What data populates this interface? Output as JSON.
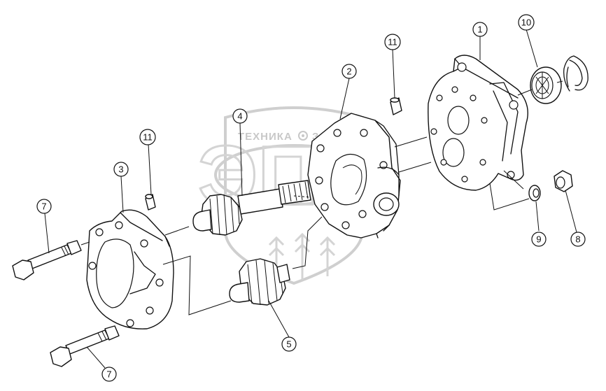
{
  "watermark": {
    "text_left": "ТЕХНИКА",
    "text_right": "ЗАПЧАСТИ",
    "logo_letters": "ЭПФ",
    "gear_icon": "gear-icon"
  },
  "callouts": [
    {
      "id": "callout-1",
      "label": "1"
    },
    {
      "id": "callout-2",
      "label": "2"
    },
    {
      "id": "callout-3",
      "label": "3"
    },
    {
      "id": "callout-4",
      "label": "4"
    },
    {
      "id": "callout-5",
      "label": "5"
    },
    {
      "id": "callout-7a",
      "label": "7"
    },
    {
      "id": "callout-7b",
      "label": "7"
    },
    {
      "id": "callout-8",
      "label": "8"
    },
    {
      "id": "callout-9",
      "label": "9"
    },
    {
      "id": "callout-10",
      "label": "10"
    },
    {
      "id": "callout-11a",
      "label": "11"
    },
    {
      "id": "callout-11b",
      "label": "11"
    }
  ],
  "colors": {
    "line": "#111111",
    "watermark": "#cfcfcf",
    "background": "#ffffff"
  }
}
